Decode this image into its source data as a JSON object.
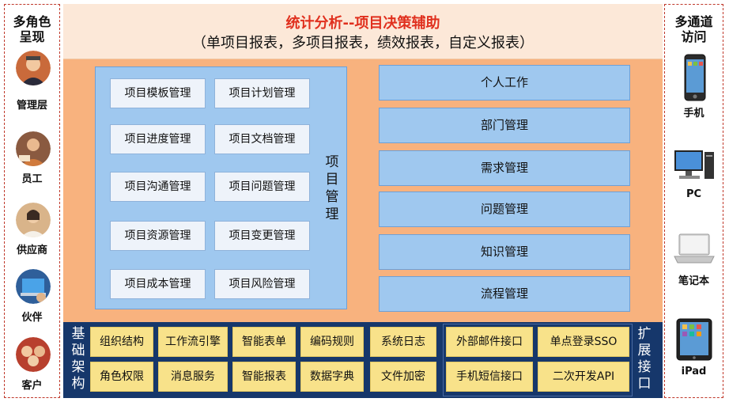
{
  "left_panel": {
    "title_lines": [
      "多角色",
      "呈现"
    ],
    "roles": [
      {
        "label": "管理层",
        "icon": "manager-avatar-icon"
      },
      {
        "label": "员工",
        "icon": "employee-avatar-icon"
      },
      {
        "label": "供应商",
        "icon": "supplier-avatar-icon"
      },
      {
        "label": "伙伴",
        "icon": "partner-avatar-icon"
      },
      {
        "label": "客户",
        "icon": "customer-avatar-icon"
      }
    ]
  },
  "right_panel": {
    "title_lines": [
      "多通道",
      "访问"
    ],
    "devices": [
      {
        "label": "手机",
        "icon": "smartphone-icon"
      },
      {
        "label": "PC",
        "icon": "desktop-pc-icon"
      },
      {
        "label": "笔记本",
        "icon": "laptop-icon"
      },
      {
        "label": "iPad",
        "icon": "tablet-icon"
      }
    ]
  },
  "header": {
    "title": "统计分析--项目决策辅助",
    "subtitle": "（单项目报表，多项目报表，绩效报表，自定义报表）"
  },
  "project_management": {
    "label_chars": [
      "项",
      "目",
      "管",
      "理"
    ],
    "modules": [
      [
        "项目模板管理",
        "项目计划管理"
      ],
      [
        "项目进度管理",
        "项目文档管理"
      ],
      [
        "项目沟通管理",
        "项目问题管理"
      ],
      [
        "项目资源管理",
        "项目变更管理"
      ],
      [
        "项目成本管理",
        "项目风险管理"
      ]
    ]
  },
  "right_modules": [
    "个人工作",
    "部门管理",
    "需求管理",
    "问题管理",
    "知识管理",
    "流程管理"
  ],
  "infrastructure": {
    "label_chars": [
      "基",
      "础",
      "架",
      "构"
    ],
    "row1": [
      "组织结构",
      "工作流引擎",
      "智能表单",
      "编码规则",
      "系统日志"
    ],
    "row2": [
      "角色权限",
      "消息服务",
      "智能报表",
      "数据字典",
      "文件加密"
    ]
  },
  "extension": {
    "label_chars": [
      "扩",
      "展",
      "接",
      "口"
    ],
    "row1": [
      "外部邮件接口",
      "单点登录SSO"
    ],
    "row2": [
      "手机短信接口",
      "二次开发API"
    ]
  },
  "colors": {
    "main_background": "#f8b27e",
    "header_background": "#fce8d8",
    "title_red": "#e0301e",
    "module_blue": "#9fc8ef",
    "bottom_navy": "#16376b",
    "base_yellow": "#f8e28a",
    "dashed_border": "#c0392b"
  }
}
